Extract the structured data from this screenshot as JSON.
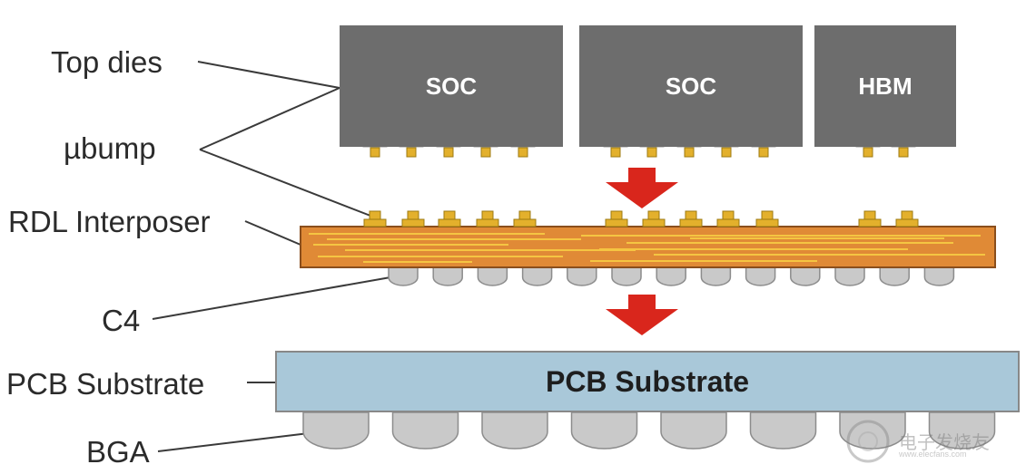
{
  "labels": {
    "top_dies": "Top dies",
    "ubump": "µbump",
    "rdl_interposer": "RDL Interposer",
    "c4": "C4",
    "pcb_substrate": "PCB Substrate",
    "bga": "BGA"
  },
  "dies": [
    {
      "name": "SOC"
    },
    {
      "name": "SOC"
    },
    {
      "name": "HBM"
    }
  ],
  "pcb_label": "PCB Substrate",
  "watermark": {
    "text": "电子发烧友",
    "sub": "www.elecfans.com"
  },
  "colors": {
    "die": "#6d6d6d",
    "bump_pad": "#d9d9d9",
    "bump_gold": "#e3b02c",
    "interposer": "#e08a36",
    "interposer_trace": "#f5c542",
    "arrow": "#d9261c",
    "pcb": "#a9c8d9",
    "solder_ball": "#c9c9c9"
  }
}
